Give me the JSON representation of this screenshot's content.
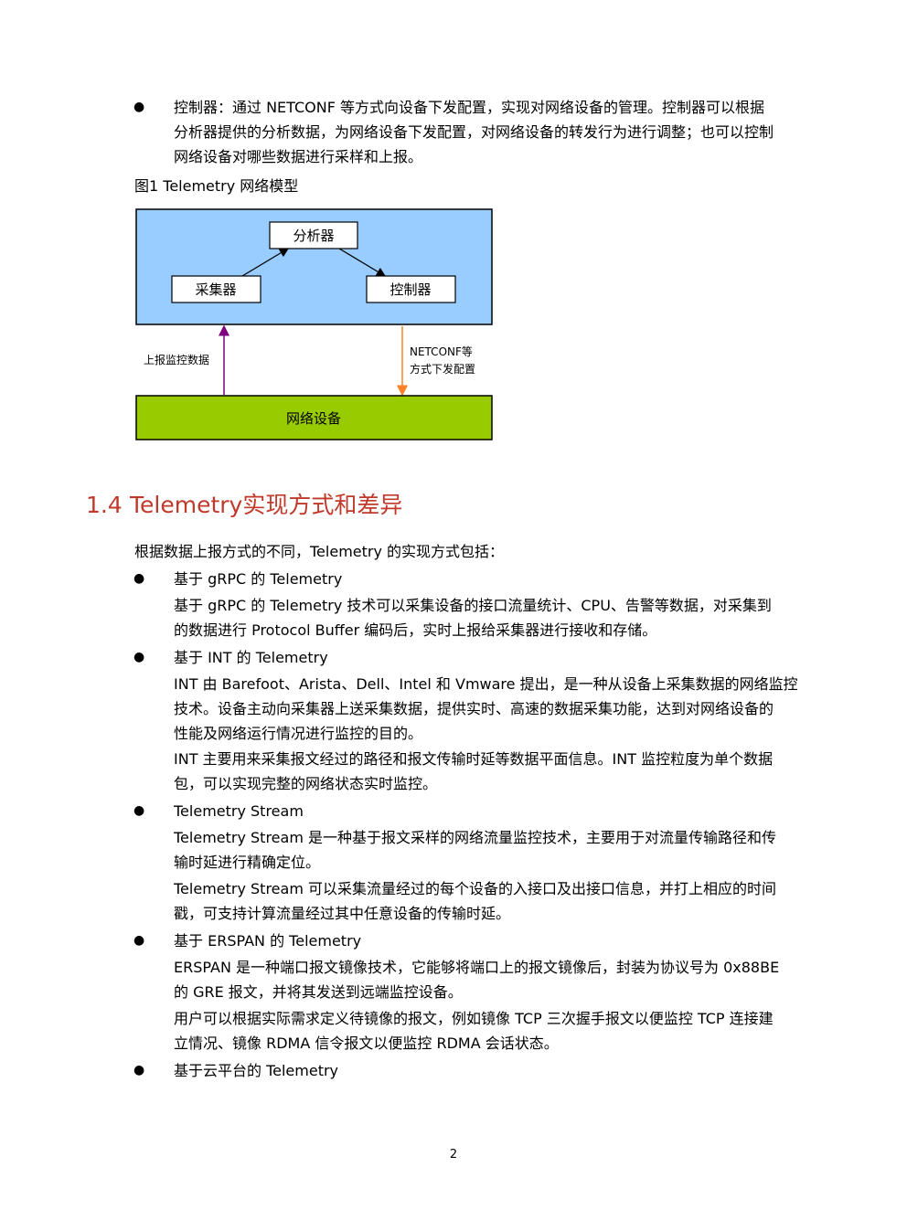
{
  "intro_bullet": {
    "lines": [
      "控制器：通过 NETCONF 等方式向设备下发配置，实现对网络设备的管理。控制器可以根据",
      "分析器提供的分析数据，为网络设备下发配置，对网络设备的转发行为进行调整；也可以控制",
      "网络设备对哪些数据进行采样和上报。"
    ]
  },
  "figure": {
    "caption": "图1  Telemetry 网络模型",
    "analyzer": "分析器",
    "collector": "采集器",
    "controller": "控制器",
    "device": "网络设备",
    "left_label": "上报监控数据",
    "right_label_1": "NETCONF等",
    "right_label_2": "方式下发配置",
    "colors": {
      "top_box": "#99ccff",
      "bottom_box": "#99cc00",
      "left_arrow": "#7f007f",
      "right_arrow": "#ff7f27"
    }
  },
  "section": {
    "number": "1.4",
    "title": "Telemetry实现方式和差异",
    "color": "#c0392b"
  },
  "body": {
    "intro": "根据数据上报方式的不同，Telemetry 的实现方式包括：",
    "b1_title": "基于 gRPC 的 Telemetry",
    "b1_p1": [
      "基于 gRPC 的 Telemetry 技术可以采集设备的接口流量统计、CPU、告警等数据，对采集到",
      "的数据进行 Protocol Buffer 编码后，实时上报给采集器进行接收和存储。"
    ],
    "b2_title": "基于 INT 的 Telemetry",
    "b2_p1": [
      "INT 由 Barefoot、Arista、Dell、Intel 和 Vmware 提出，是一种从设备上采集数据的网络监控",
      "技术。设备主动向采集器上送采集数据，提供实时、高速的数据采集功能，达到对网络设备的",
      "性能及网络运行情况进行监控的目的。"
    ],
    "b2_p2": [
      "INT 主要用来采集报文经过的路径和报文传输时延等数据平面信息。INT 监控粒度为单个数据",
      "包，可以实现完整的网络状态实时监控。"
    ],
    "b3_title": "Telemetry Stream",
    "b3_p1": [
      "Telemetry Stream 是一种基于报文采样的网络流量监控技术，主要用于对流量传输路径和传",
      "输时延进行精确定位。"
    ],
    "b3_p2": [
      "Telemetry Stream 可以采集流量经过的每个设备的入接口及出接口信息，并打上相应的时间",
      "戳，可支持计算流量经过其中任意设备的传输时延。"
    ],
    "b4_title": "基于 ERSPAN 的 Telemetry",
    "b4_p1": [
      "ERSPAN 是一种端口报文镜像技术，它能够将端口上的报文镜像后，封装为协议号为 0x88BE",
      "的 GRE 报文，并将其发送到远端监控设备。"
    ],
    "b4_p2": [
      "用户可以根据实际需求定义待镜像的报文，例如镜像 TCP 三次握手报文以便监控 TCP 连接建",
      "立情况、镜像 RDMA 信令报文以便监控 RDMA 会话状态。"
    ],
    "b5_title": "基于云平台的 Telemetry"
  },
  "page_number": "2"
}
